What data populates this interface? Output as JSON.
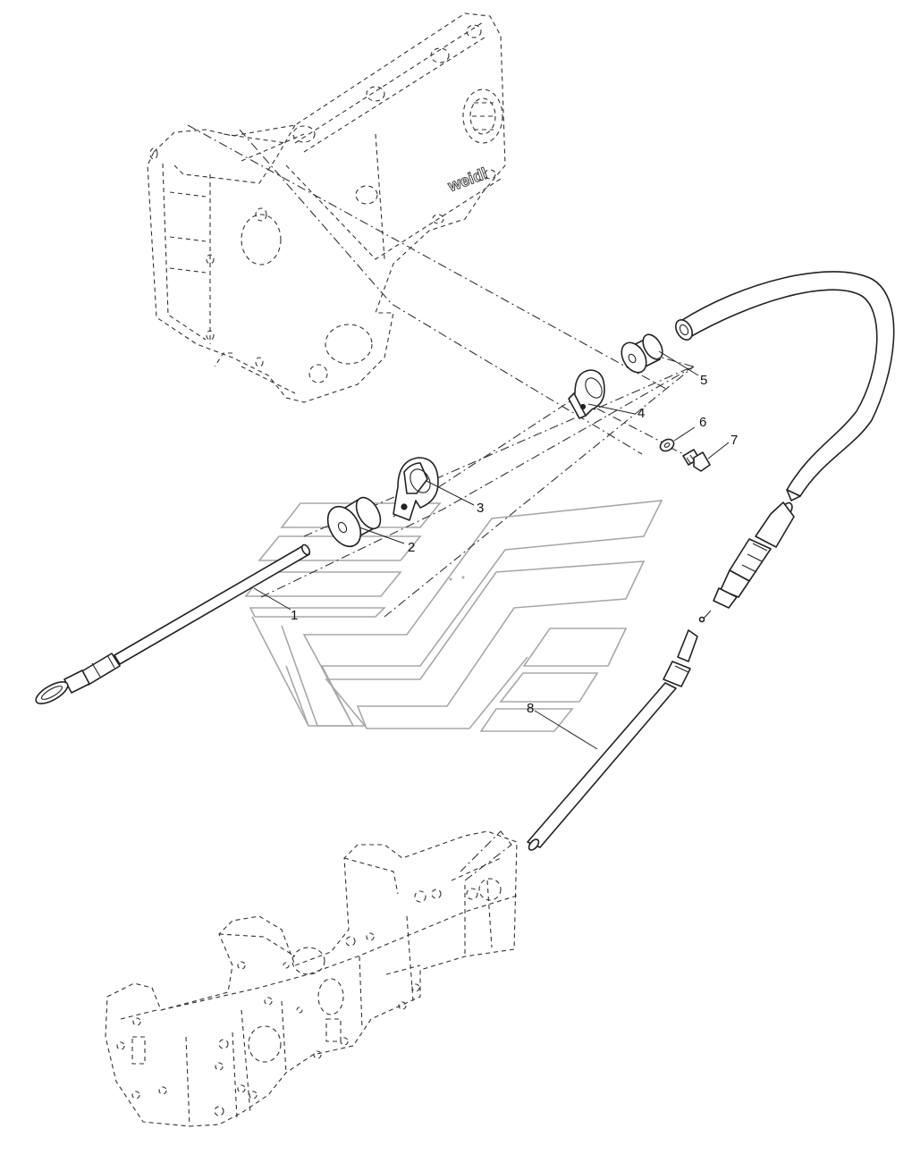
{
  "diagram": {
    "brand_text": "weidl",
    "callouts": [
      {
        "id": "1",
        "label": "1"
      },
      {
        "id": "2",
        "label": "2"
      },
      {
        "id": "3",
        "label": "3"
      },
      {
        "id": "4",
        "label": "4"
      },
      {
        "id": "5",
        "label": "5"
      },
      {
        "id": "6",
        "label": "6"
      },
      {
        "id": "7",
        "label": "7"
      },
      {
        "id": "8",
        "label": "8"
      }
    ]
  }
}
